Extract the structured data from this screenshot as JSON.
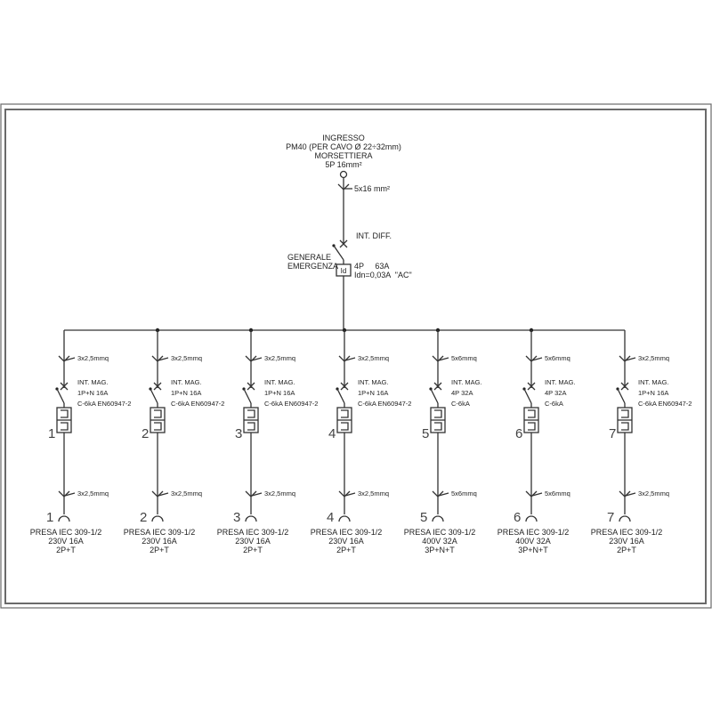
{
  "header": {
    "line1": "INGRESSO",
    "line2": "PM40 (PER CAVO Ø 22÷32mm)",
    "line3": "MORSETTIERA",
    "line4": "5P  16mm²"
  },
  "main_cable": "5x16 mm²",
  "main_breaker": {
    "type_label": "INT. DIFF.",
    "name_line1": "GENERALE",
    "name_line2": "EMERGENZA",
    "id_label": "Id",
    "spec_line1": "4P     63A",
    "spec_line2": "Idn=0,03A  \"AC\""
  },
  "circuits": [
    {
      "num": "1",
      "cable_in": "3x2,5mmq",
      "breaker_l1": "INT. MAG.",
      "breaker_l2": "1P+N 16A",
      "breaker_l3": "C-6kA  EN60947-2",
      "cable_out": "3x2,5mmq",
      "socket_l1": "PRESA IEC 309-1/2",
      "socket_l2": "230V 16A",
      "socket_l3": "2P+T"
    },
    {
      "num": "2",
      "cable_in": "3x2,5mmq",
      "breaker_l1": "INT. MAG.",
      "breaker_l2": "1P+N 16A",
      "breaker_l3": "C-6kA  EN60947-2",
      "cable_out": "3x2,5mmq",
      "socket_l1": "PRESA IEC 309-1/2",
      "socket_l2": "230V 16A",
      "socket_l3": "2P+T"
    },
    {
      "num": "3",
      "cable_in": "3x2,5mmq",
      "breaker_l1": "INT. MAG.",
      "breaker_l2": "1P+N 16A",
      "breaker_l3": "C-6kA  EN60947-2",
      "cable_out": "3x2,5mmq",
      "socket_l1": "PRESA IEC 309-1/2",
      "socket_l2": "230V 16A",
      "socket_l3": "2P+T"
    },
    {
      "num": "4",
      "cable_in": "3x2,5mmq",
      "breaker_l1": "INT. MAG.",
      "breaker_l2": "1P+N 16A",
      "breaker_l3": "C-6kA  EN60947-2",
      "cable_out": "3x2,5mmq",
      "socket_l1": "PRESA IEC 309-1/2",
      "socket_l2": "230V 16A",
      "socket_l3": "2P+T"
    },
    {
      "num": "5",
      "cable_in": "5x6mmq",
      "breaker_l1": "INT. MAG.",
      "breaker_l2": "4P     32A",
      "breaker_l3": "C-6kA",
      "cable_out": "5x6mmq",
      "socket_l1": "PRESA IEC 309-1/2",
      "socket_l2": "400V 32A",
      "socket_l3": "3P+N+T"
    },
    {
      "num": "6",
      "cable_in": "5x6mmq",
      "breaker_l1": "INT. MAG.",
      "breaker_l2": "4P     32A",
      "breaker_l3": "C-6kA",
      "cable_out": "5x6mmq",
      "socket_l1": "PRESA IEC 309-1/2",
      "socket_l2": "400V 32A",
      "socket_l3": "3P+N+T"
    },
    {
      "num": "7",
      "cable_in": "3x2,5mmq",
      "breaker_l1": "INT. MAG.",
      "breaker_l2": "1P+N 16A",
      "breaker_l3": "C-6kA  EN60947-2",
      "cable_out": "3x2,5mmq",
      "socket_l1": "PRESA IEC 309-1/2",
      "socket_l2": "230V 16A",
      "socket_l3": "2P+T"
    }
  ]
}
